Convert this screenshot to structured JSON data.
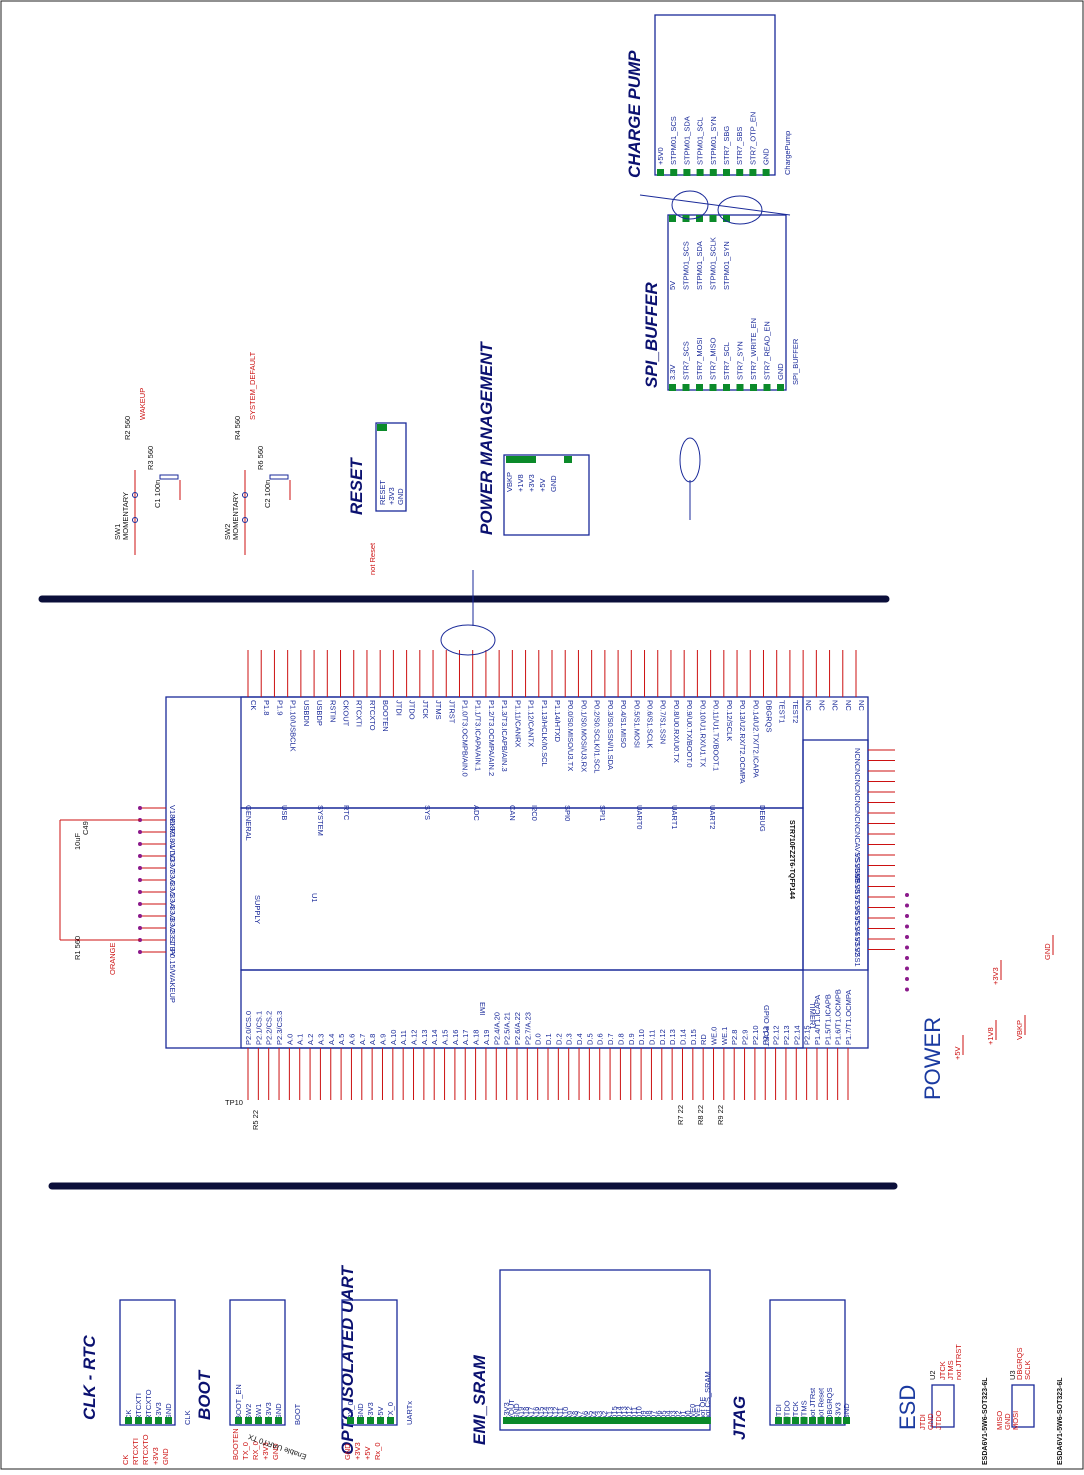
{
  "sections": {
    "charge_pump": "CHARGE PUMP",
    "spi_buffer": "SPI_BUFFER",
    "power_management": "POWER MANAGEMENT",
    "reset": "RESET",
    "clk_rtc": "CLK - RTC",
    "boot": "BOOT",
    "opto_uart": "OPTO ISOLATED UART",
    "emi_sram": "EMI_SRAM",
    "jtag": "JTAG",
    "esd": "ESD",
    "power": "POWER"
  },
  "mcu": {
    "ref": "U1",
    "part": "STR710FZ2T6-TQFP144",
    "groups": [
      "GENERAL",
      "USB",
      "SYSTEM",
      "RTC",
      "SYS",
      "ADC",
      "CAN",
      "I2C0",
      "SPI0",
      "SPI1",
      "UART0",
      "UART1",
      "UART2",
      "DEBUG",
      "SUPPLY",
      "EMI",
      "GPIO PORT",
      "TIMER1"
    ],
    "top_pins": [
      "CK",
      "P1.8",
      "P1.9",
      "P1.10/USBCLK",
      "USBDN",
      "USBDP",
      "RSTIN",
      "CKOUT",
      "RTCXTI",
      "RTCXTO",
      "BOOTEN",
      "JTDI",
      "JTDO",
      "JTCK",
      "JTMS",
      "JTRST",
      "P1.0/T3.OCMPB/AIN.0",
      "P1.1/T3.ICAPA/AIN.1",
      "P1.2/T3.OCMPA/AIN.2",
      "P1.3/T3.ICAPB/AIN.3",
      "P1.11/CANRX",
      "P1.12/CANTX",
      "P1.13/HCLK/I0.SCL",
      "P1.14/HTXD",
      "P0.0/S0.MISO/U3.TX",
      "P0.1/S0.MOSI/U3.RX",
      "P0.2/S0.SCLK/I1.SCL",
      "P0.3/S0.SSN/I1.SDA",
      "P0.4/S1.MISO",
      "P0.5/S1.MOSI",
      "P0.6/S1.SCLK",
      "P0.7/S1.SSN",
      "P0.8/U0.RX/U0.TX",
      "P0.9/U0.TX/BOOT.0",
      "P0.10/U1.RX/U1.TX",
      "P0.11/U1.TX/BOOT.1",
      "P0.12/SCLK",
      "P0.13/U2.RX/T2.OCMPA",
      "P0.14/U2.TX/T2.ICAPA",
      "DBGRQS",
      "TEST1",
      "TEST2",
      "NC",
      "NC",
      "NC",
      "NC",
      "NC"
    ],
    "left_pins": [
      "V18BKP",
      "V18.2",
      "V18.1",
      "AVDD",
      "V33.7",
      "V33.6",
      "V33.5",
      "V33.4",
      "V33.3",
      "V33.2",
      "V33.1",
      "STBY",
      "P0.15/WAKEUP"
    ],
    "right_pins": [
      "NC",
      "NC",
      "NC",
      "NC",
      "NC",
      "NC",
      "NC",
      "NC",
      "NC",
      "AVSS",
      "VSSBKP",
      "VSS9",
      "VSS8",
      "VSS7",
      "VSS6",
      "VSS5",
      "VSS4",
      "VSS3",
      "VSS2",
      "VSS1"
    ],
    "bottom_pins": [
      "P2.0/CS.0",
      "P2.1/CS.1",
      "P2.2/CS.2",
      "P2.3/CS.3",
      "A.0",
      "A.1",
      "A.2",
      "A.3",
      "A.4",
      "A.5",
      "A.6",
      "A.7",
      "A.8",
      "A.9",
      "A.10",
      "A.11",
      "A.12",
      "A.13",
      "A.14",
      "A.15",
      "A.16",
      "A.17",
      "A.18",
      "A.19",
      "P2.4/A.20",
      "P2.5/A.21",
      "P2.6/A.22",
      "P2.7/A.23",
      "D.0",
      "D.1",
      "D.2",
      "D.3",
      "D.4",
      "D.5",
      "D.6",
      "D.7",
      "D.8",
      "D.9",
      "D.10",
      "D.11",
      "D.12",
      "D.13",
      "D.14",
      "D.15",
      "RD",
      "WE.0",
      "WE.1",
      "P2.8",
      "P2.9",
      "P2.10",
      "P2.11",
      "P2.12",
      "P2.13",
      "P2.14",
      "P2.15",
      "P1.4/T1.ICAPA",
      "P1.5/T1.ICAPB",
      "P1.6/T1.OCMPB",
      "P1.7/T1.OCMPA"
    ]
  },
  "charge_pump_block": {
    "pins": [
      "+5V0",
      "STPM01_SCS",
      "STPM01_SDA",
      "STPM01_SCL",
      "STPM01_SYN",
      "STR7_SBG",
      "STR7_SBS",
      "STR7_OTP_EN",
      "GND"
    ],
    "name": "ChargePump"
  },
  "spi_buffer_block": {
    "pins_left": [
      "3.3V",
      "STR7_SCS",
      "STR7_MOSI",
      "STR7_MISO",
      "STR7_SCL",
      "STR7_SYN",
      "STR7_WRITE_EN",
      "STR7_READ_EN",
      "GND"
    ],
    "pins_right": [
      "5V",
      "STPM01_SCS",
      "STPM01_SDA",
      "STPM01_SCLK",
      "STPM01_SYN"
    ],
    "name": "SPI_BUFFER"
  },
  "power_mgmt_block": {
    "pins": [
      "VBKP",
      "+1V8",
      "+3V3",
      "+5V",
      "GND"
    ]
  },
  "reset_block": {
    "pins": [
      "RESET",
      "+3V3",
      "GND"
    ],
    "net": "not Reset"
  },
  "clk_block": {
    "pins": [
      "CK",
      "RTCXTI",
      "RTCXTO",
      "+3V3",
      "GND"
    ],
    "name": "CLK",
    "nets": [
      "CK",
      "RTCXTI",
      "RTCXTO",
      "+3V3",
      "GND"
    ]
  },
  "boot_block": {
    "pins": [
      "BOOT_EN",
      "SW2",
      "SW1",
      "+3V3",
      "GND"
    ],
    "name": "BOOT",
    "nets": [
      "BOOTEN",
      "TX_0",
      "RX_0",
      "+3V3",
      "GND"
    ]
  },
  "uart_block": {
    "pins": [
      "RX_0",
      "GND",
      "+3V3",
      "+5V",
      "TX_0"
    ],
    "name": "UARTx",
    "nets": [
      "GND",
      "+3V3",
      "+5V",
      "Rx_0"
    ],
    "jumper": "Enable UART0 TX"
  },
  "emi_block": {
    "pins": [
      "+3V3",
      "VOUT",
      "GND",
      "A19",
      "A18",
      "A17",
      "A16",
      "A15",
      "A14",
      "A13",
      "A12",
      "A11",
      "A10",
      "A9",
      "A8",
      "A7",
      "A6",
      "A5",
      "A4",
      "A3",
      "A2",
      "A1",
      "D15",
      "D14",
      "D13",
      "D12",
      "D11",
      "D10",
      "D9",
      "D8",
      "D7",
      "D6",
      "D5",
      "D4",
      "D3",
      "D2",
      "D1",
      "D0",
      "WE0",
      "WE1",
      "not OE",
      "not CS_SRAM"
    ]
  },
  "jtag_block": {
    "pins": [
      "JTDI",
      "JTDO",
      "JTCK",
      "JTMS",
      "not JTRst",
      "not Reset",
      "DBGRQS",
      "+3V3",
      "GND"
    ]
  },
  "esd": {
    "parts": [
      "ESDA6V1-5W6-SOT323-6L",
      "ESDA6V1-5W6-SOT323-6L"
    ],
    "refs": [
      "U2",
      "U3"
    ],
    "u2_nets": [
      "JTDI",
      "GND",
      "JTDO",
      "JTCK",
      "JTMS",
      "not JTRST"
    ],
    "u3_nets": [
      "MISO",
      "GND",
      "MOSI",
      "DBGRQS",
      "SCLK"
    ]
  },
  "switches": [
    {
      "ref": "SW1",
      "type": "MOMENTARY",
      "r1": "R2 560",
      "r2": "R3 560",
      "c": "C1 100n",
      "net": "WAKEUP"
    },
    {
      "ref": "SW2",
      "type": "MOMENTARY",
      "r1": "R4 560",
      "r2": "R6 560",
      "c": "C2 100n",
      "net": "SYSTEM_DEFAULT"
    }
  ],
  "passives": {
    "r1": "R1 560",
    "r5": "R5 22",
    "r7": "R7 22",
    "r8": "R8 22",
    "r9": "R9 22",
    "c49": "C49",
    "c49_val": "10uF",
    "tp10": "TP10",
    "led": "ORANGE"
  },
  "power_nets": [
    "+5V",
    "+1V8",
    "+3V3",
    "VBKP",
    "GND"
  ],
  "colors": {
    "block": "#1a2a99",
    "net": "#cc1111",
    "pad": "#0b8a2a",
    "bus": "#0b0f3a",
    "title": "#0b1170"
  }
}
